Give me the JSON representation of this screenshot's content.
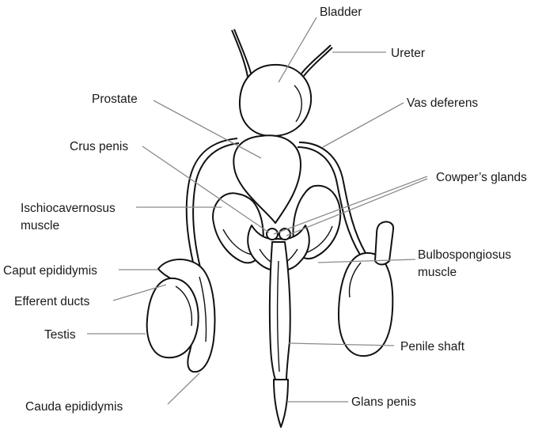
{
  "labels": {
    "bladder": "Bladder",
    "ureter": "Ureter",
    "prostate": "Prostate",
    "vas_deferens": "Vas deferens",
    "crus_penis": "Crus penis",
    "cowpers_glands": "Cowper’s glands",
    "ischiocavernosus_1": "Ischiocavernosus",
    "ischiocavernosus_2": "muscle",
    "bulbospongiosus_1": "Bulbospongiosus",
    "bulbospongiosus_2": "muscle",
    "caput_epididymis": "Caput epididymis",
    "efferent_ducts": "Efferent ducts",
    "testis": "Testis",
    "penile_shaft": "Penile shaft",
    "cauda_epididymis": "Cauda epididymis",
    "glans_penis": "Glans penis"
  }
}
